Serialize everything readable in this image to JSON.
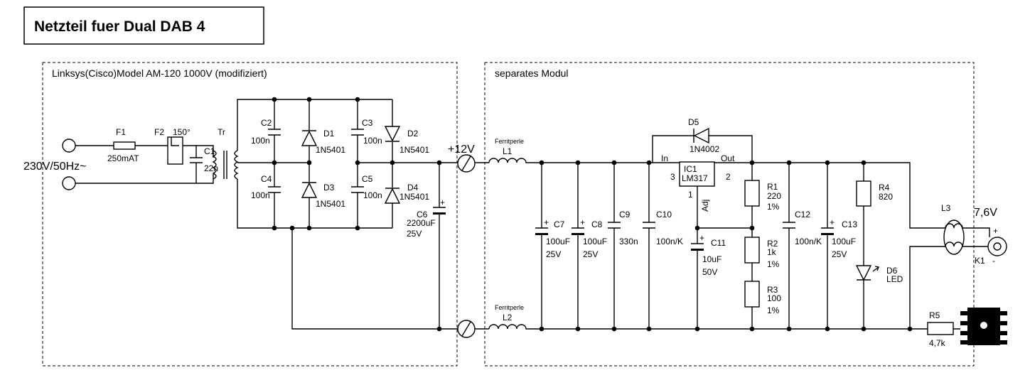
{
  "title": "Netzteil fuer Dual DAB 4",
  "left_box_label": "Linksys(Cisco)Model AM-120 1000V (modifiziert)",
  "right_box_label": "separates Modul",
  "input_label": "230V/50Hz~",
  "voltage_12v": "+12V",
  "output_voltage": "7,6V",
  "f1": {
    "ref": "F1",
    "value": "250mAT"
  },
  "f2": {
    "ref": "F2",
    "value": "150°"
  },
  "tr": {
    "ref": "Tr"
  },
  "c1": {
    "ref": "C1",
    "value": "22n"
  },
  "c2": {
    "ref": "C2",
    "value": "100n"
  },
  "c3": {
    "ref": "C3",
    "value": "100n"
  },
  "c4": {
    "ref": "C4",
    "value": "100n"
  },
  "c5": {
    "ref": "C5",
    "value": "100n"
  },
  "d1": {
    "ref": "D1",
    "value": "1N5401"
  },
  "d2": {
    "ref": "D2",
    "value": "1N5401"
  },
  "d3": {
    "ref": "D3",
    "value": "1N5401"
  },
  "d4": {
    "ref": "D4",
    "value": "1N5401"
  },
  "c6": {
    "ref": "C6",
    "value": "2200uF",
    "voltage": "25V"
  },
  "l1": {
    "ref": "L1",
    "note": "Ferritperle"
  },
  "l2": {
    "ref": "L2",
    "note": "Ferritperle"
  },
  "c7": {
    "ref": "C7",
    "value": "100uF",
    "voltage": "25V"
  },
  "c8": {
    "ref": "C8",
    "value": "100uF",
    "voltage": "25V"
  },
  "c9": {
    "ref": "C9",
    "value": "330n"
  },
  "c10": {
    "ref": "C10",
    "value": "100n/K"
  },
  "d5": {
    "ref": "D5",
    "value": "1N4002"
  },
  "ic1": {
    "ref": "IC1",
    "value": "LM317",
    "pin_in": "In",
    "pin_out": "Out",
    "pin_adj": "Adj",
    "pin1": "1",
    "pin2": "2",
    "pin3": "3"
  },
  "c11": {
    "ref": "C11",
    "value": "10uF",
    "voltage": "50V"
  },
  "r1": {
    "ref": "R1",
    "value": "220",
    "tol": "1%"
  },
  "r2": {
    "ref": "R2",
    "value": "1k",
    "tol": "1%"
  },
  "r3": {
    "ref": "R3",
    "value": "100",
    "tol": "1%"
  },
  "c12": {
    "ref": "C12",
    "value": "100n/K"
  },
  "c13": {
    "ref": "C13",
    "value": "100uF",
    "voltage": "25V"
  },
  "r4": {
    "ref": "R4",
    "value": "820"
  },
  "d6": {
    "ref": "D6",
    "value": "LED"
  },
  "l3": {
    "ref": "L3"
  },
  "k1": {
    "ref": "K1",
    "plus": "+",
    "minus": "-"
  },
  "r5": {
    "ref": "R5",
    "value": "4,7k"
  }
}
